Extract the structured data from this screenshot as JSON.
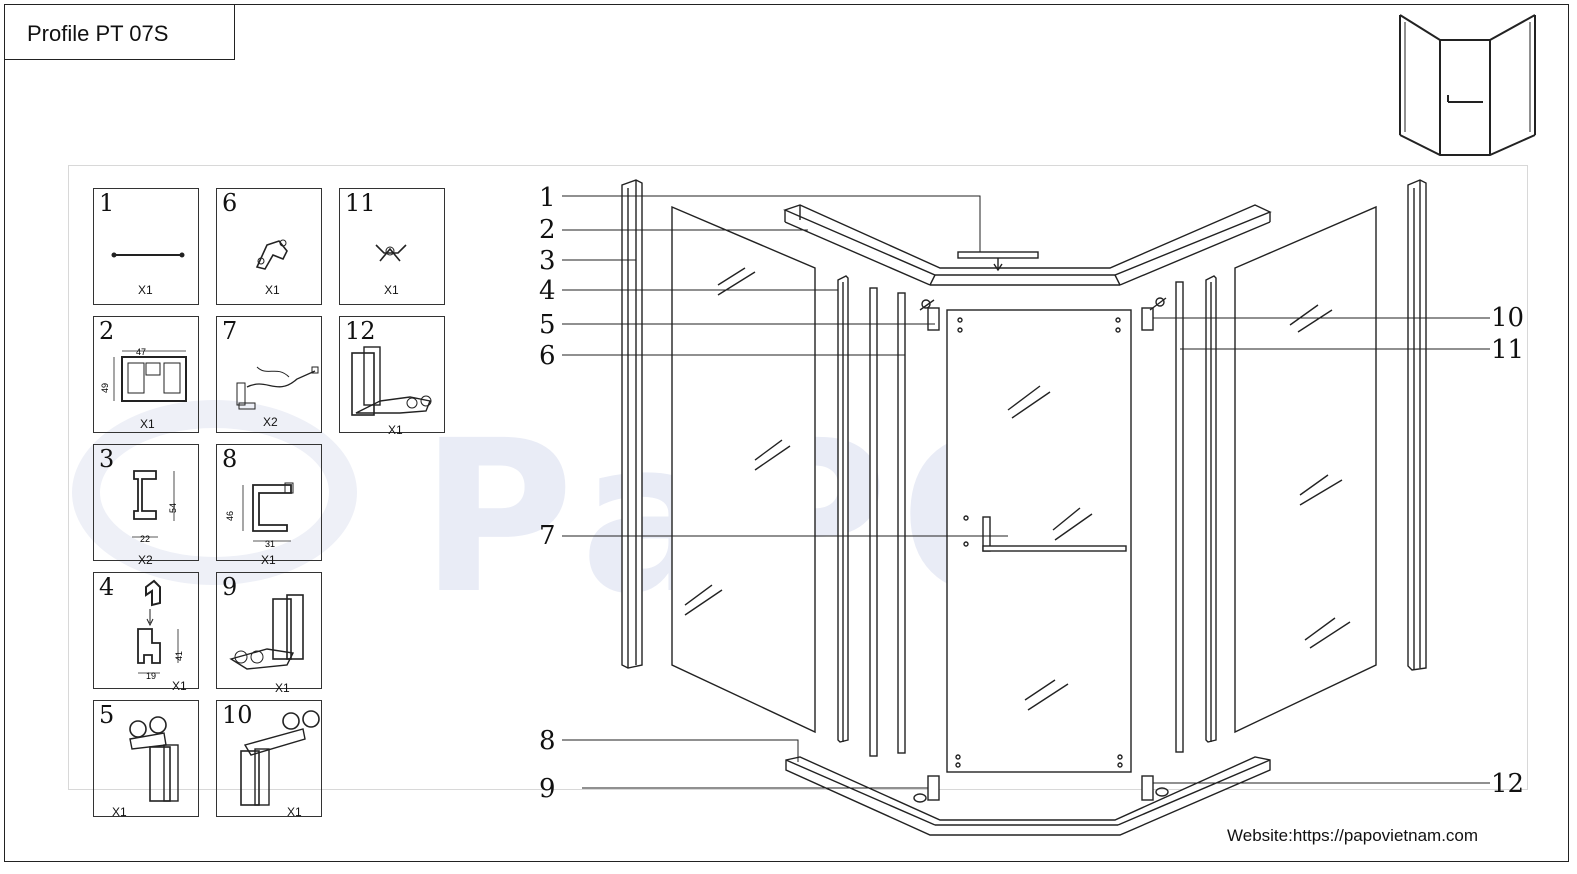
{
  "header": {
    "title": "Profile PT 07S"
  },
  "footer": {
    "website": "Website:https://papovietnam.com"
  },
  "watermark": {
    "text": "PaPO"
  },
  "parts": [
    {
      "number": "1",
      "quantity": "X1",
      "dims": []
    },
    {
      "number": "6",
      "quantity": "X1",
      "dims": []
    },
    {
      "number": "11",
      "quantity": "X1",
      "dims": []
    },
    {
      "number": "2",
      "quantity": "X1",
      "dims": [
        "47",
        "49"
      ]
    },
    {
      "number": "7",
      "quantity": "X2",
      "dims": []
    },
    {
      "number": "12",
      "quantity": "X1",
      "dims": []
    },
    {
      "number": "3",
      "quantity": "X2",
      "dims": [
        "54",
        "22"
      ]
    },
    {
      "number": "8",
      "quantity": "X1",
      "dims": [
        "46",
        "31"
      ]
    },
    {
      "number": "4",
      "quantity": "X1",
      "dims": [
        "41",
        "19"
      ]
    },
    {
      "number": "9",
      "quantity": "X1",
      "dims": []
    },
    {
      "number": "5",
      "quantity": "X1",
      "dims": []
    },
    {
      "number": "10",
      "quantity": "X1",
      "dims": []
    }
  ],
  "callouts": {
    "left": [
      "1",
      "2",
      "3",
      "4",
      "5",
      "6",
      "7",
      "8",
      "9"
    ],
    "right": [
      "10",
      "11",
      "12"
    ]
  },
  "colors": {
    "line": "#222222",
    "watermark": "#e9ecf6"
  }
}
